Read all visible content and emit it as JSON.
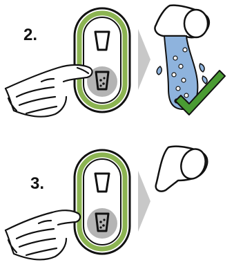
{
  "steps": [
    {
      "number": "2.",
      "state": "water dispensing, confirmed"
    },
    {
      "number": "3.",
      "state": "water stopped"
    }
  ],
  "icons": {
    "panel": "dispenser-panel",
    "top_button": "glass-icon",
    "bottom_button": "sparkling-glass-icon",
    "arrow": "arrow-right-icon",
    "faucet": "faucet-icon",
    "check": "check-icon",
    "hand": "hand-icon"
  },
  "colors": {
    "panel_green": "#8cb452",
    "button_gray": "#b4b4b4",
    "arrow_gray": "#c8c8c8",
    "water_blue": "#8eb3dd",
    "check_green": "#4a9b33"
  }
}
